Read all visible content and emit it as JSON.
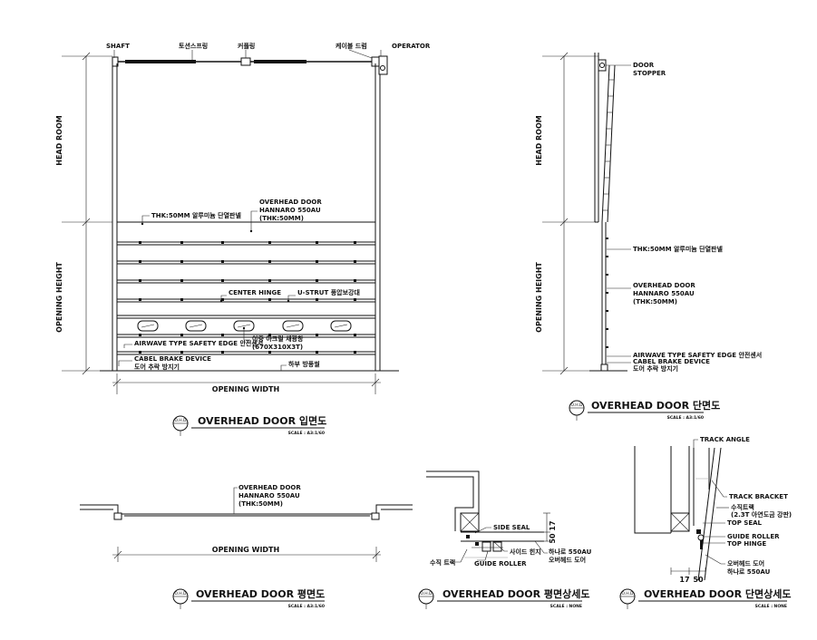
{
  "elevation": {
    "labels": {
      "shaft": "SHAFT",
      "torsion_spring": "토션스프링",
      "coupling": "커플링",
      "cable_drum": "케이블 드럼",
      "operator": "OPERATOR",
      "panel_thk": "THK:50MM 알루미늄 단열판넬",
      "door_line1": "OVERHEAD DOOR",
      "door_line2": "HANNARO 550AU",
      "door_line3": "(THK:50MM)",
      "center_hinge": "CENTER HINGE",
      "u_strut": "U-STRUT 풍압보강대",
      "acryl_line1": "이중 아크릴 채광창",
      "acryl_line2": "(670X310X3T)",
      "airwave": "AIRWAVE TYPE SAFETY EDGE 안전센서",
      "cable_brake1": "CABEL BRAKE DEVICE",
      "cable_brake2": "도어 추락 방지기",
      "bottom_seal": "하부 방풍씰"
    },
    "dims": {
      "head_room": "HEAD ROOM",
      "opening_height": "OPENING HEIGHT",
      "opening_width": "OPENING WIDTH"
    },
    "title": "OVERHEAD DOOR 입면도",
    "scale": "SCALE : A3:1/60",
    "tag": "O.H.D"
  },
  "section": {
    "labels": {
      "stopper1": "DOOR",
      "stopper2": "STOPPER",
      "panel_thk": "THK:50MM 알루미늄 단열판넬",
      "door_line1": "OVERHEAD DOOR",
      "door_line2": "HANNARO 550AU",
      "door_line3": "(THK:50MM)",
      "airwave": "AIRWAVE TYPE SAFETY EDGE 안전센서",
      "cable_brake1": "CABEL BRAKE DEVICE",
      "cable_brake2": "도어 추락 방지기"
    },
    "dims": {
      "head_room": "HEAD ROOM",
      "opening_height": "OPENING HEIGHT"
    },
    "title": "OVERHEAD DOOR 단면도",
    "scale": "SCALE : A3:1/60",
    "tag": "O.H.D"
  },
  "plan": {
    "labels": {
      "door_line1": "OVERHEAD DOOR",
      "door_line2": "HANNARO 550AU",
      "door_line3": "(THK:50MM)"
    },
    "dims": {
      "opening_width": "OPENING WIDTH"
    },
    "title": "OVERHEAD DOOR 평면도",
    "scale": "SCALE : A3:1/60",
    "tag": "O.H.D"
  },
  "plan_detail": {
    "labels": {
      "side_seal": "SIDE SEAL",
      "side_hinge": "사이드 힌지",
      "door_model1": "하나로 550AU",
      "door_model2": "오버헤드 도어",
      "vertical_track": "수직 트랙",
      "guide_roller": "GUIDE ROLLER"
    },
    "dims": {
      "d17": "17",
      "d50": "50"
    },
    "title": "OVERHEAD DOOR  평면상세도",
    "scale": "SCALE : NONE",
    "tag": "O.H.D"
  },
  "section_detail": {
    "labels": {
      "track_angle": "TRACK ANGLE",
      "track_bracket": "TRACK BRACKET",
      "vertical_track1": "수직트랙",
      "vertical_track2": "(2.3T 아연도금 강판)",
      "top_seal": "TOP SEAL",
      "guide_roller": "GUIDE ROLLER",
      "top_hinge": "TOP HINGE",
      "door_model1": "오버헤드 도어",
      "door_model2": "하나로 550AU"
    },
    "dims": {
      "d17": "17",
      "d50": "50"
    },
    "title": "OVERHEAD DOOR  단면상세도",
    "scale": "SCALE : NONE",
    "tag": "O.H.D"
  }
}
